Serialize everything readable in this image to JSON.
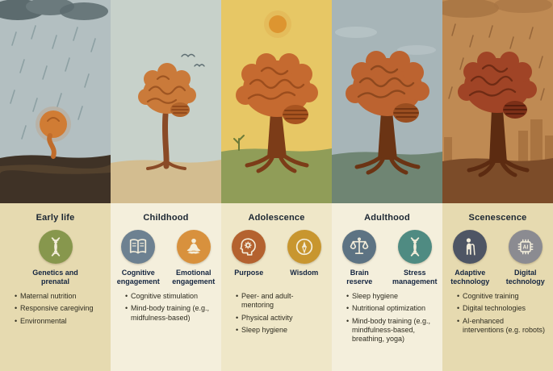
{
  "panels": [
    {
      "stage": "Early life",
      "info_bg": "#e6dab0",
      "items": [
        {
          "icon": "dna-icon",
          "circle_color": "#87974d",
          "label": "Genetics and prenatal"
        }
      ],
      "bullets": [
        "Maternal nutrition",
        "Responsive caregiving",
        "Environmental"
      ]
    },
    {
      "stage": "Childhood",
      "info_bg": "#f4efdc",
      "items": [
        {
          "icon": "book-icon",
          "circle_color": "#6d8191",
          "label": "Cognitive engagement"
        },
        {
          "icon": "meditation-icon",
          "circle_color": "#d8913d",
          "label": "Emotional engagement"
        }
      ],
      "bullets": [
        "Cognitive stimulation",
        "Mind-body training (e.g., midfulness-based)"
      ]
    },
    {
      "stage": "Adolescence",
      "info_bg": "#efe7c8",
      "items": [
        {
          "icon": "head-gear-icon",
          "circle_color": "#b4622f",
          "label": "Purpose"
        },
        {
          "icon": "compass-icon",
          "circle_color": "#c8962f",
          "label": "Wisdom"
        }
      ],
      "bullets": [
        "Peer- and adult-mentoring",
        "Physical activity",
        "Sleep hygiene"
      ]
    },
    {
      "stage": "Adulthood",
      "info_bg": "#f4efdc",
      "items": [
        {
          "icon": "balance-scale-icon",
          "circle_color": "#5d7383",
          "label": "Brain reserve"
        },
        {
          "icon": "dna-strand-icon",
          "circle_color": "#4f8b82",
          "label": "Stress management"
        }
      ],
      "bullets": [
        "Sleep hygiene",
        "Nutritional optimization",
        "Mind-body training (e.g., mindfulness-based, breathing, yoga)"
      ]
    },
    {
      "stage": "Scenescence",
      "info_bg": "#e6dab0",
      "items": [
        {
          "icon": "elderly-person-icon",
          "circle_color": "#4e5564",
          "label": "Adaptive technology"
        },
        {
          "icon": "ai-chip-icon",
          "circle_color": "#8b8b91",
          "label": "Digital technology",
          "chip_text": "AI"
        }
      ],
      "bullets": [
        "Cognitive training",
        "Digital technologies",
        "AI-enhanced interventions (e.g. robots)"
      ]
    }
  ]
}
